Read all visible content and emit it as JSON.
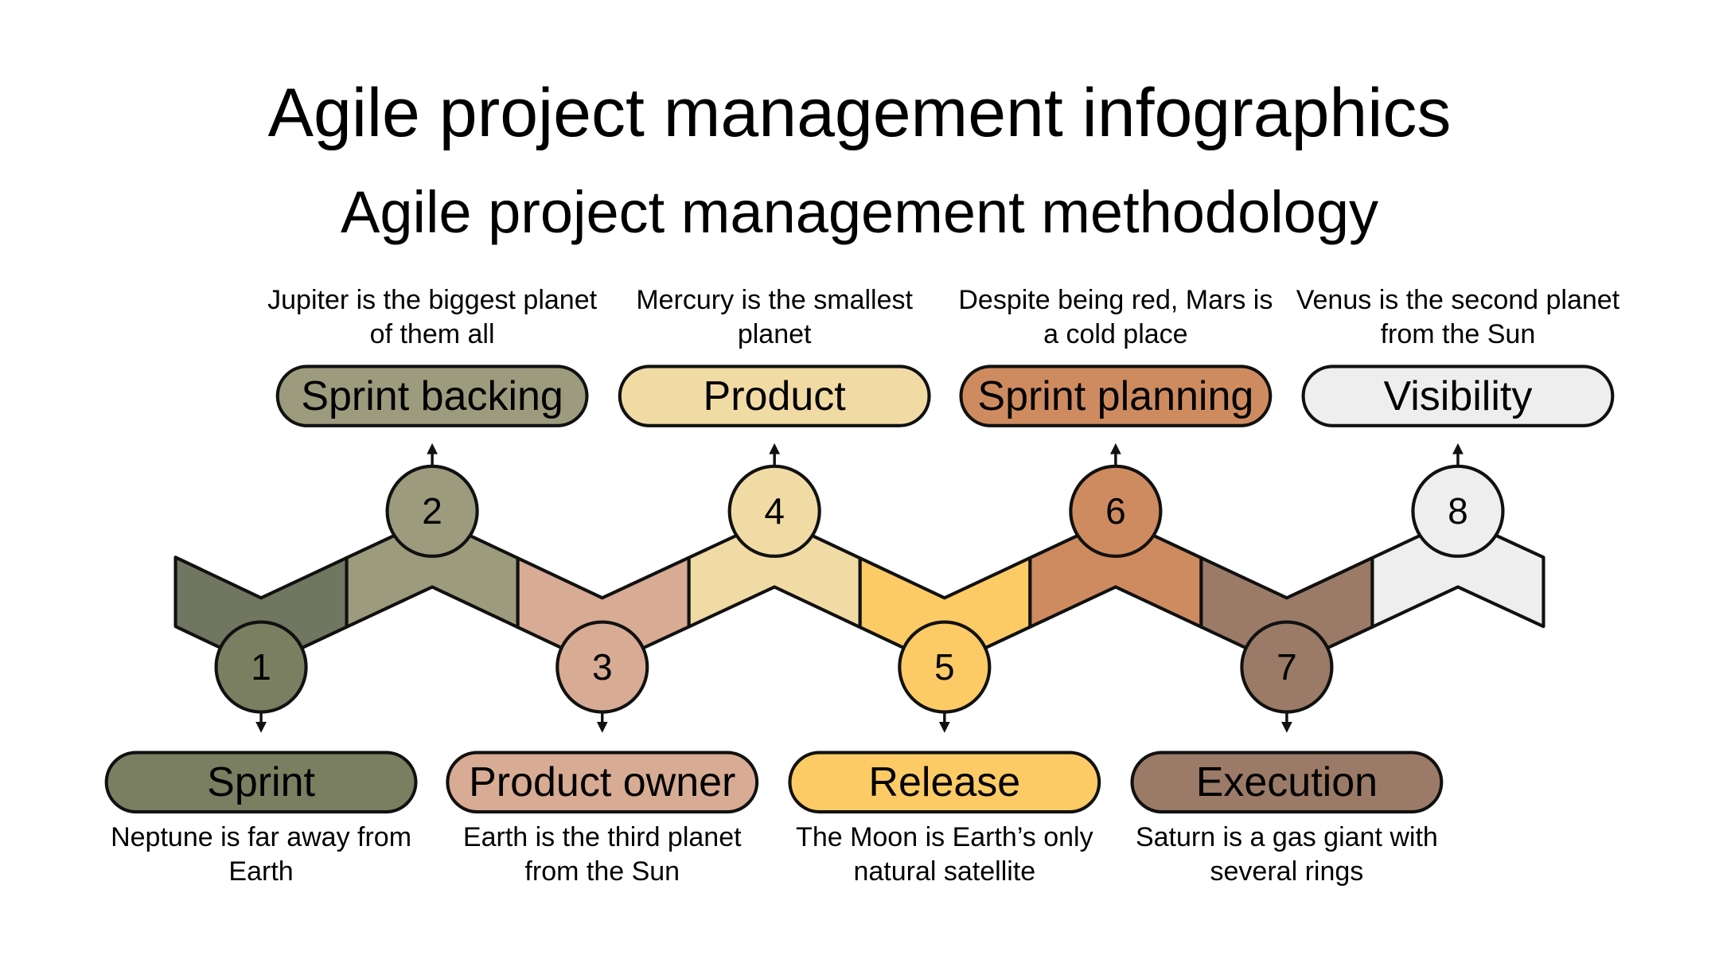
{
  "title": "Agile project management infographics",
  "subtitle": "Agile project management methodology",
  "steps": [
    {
      "number": "1",
      "label": "Sprint",
      "description": "Neptune is far away from Earth",
      "color": "#7A7F62"
    },
    {
      "number": "2",
      "label": "Sprint backing",
      "description": "Jupiter is the biggest planet of them all",
      "color": "#9C9B7D"
    },
    {
      "number": "3",
      "label": "Product owner",
      "description": "Earth is the third planet from the Sun",
      "color": "#D8AB94"
    },
    {
      "number": "4",
      "label": "Product",
      "description": "Mercury is the smallest planet",
      "color": "#F1DBA5"
    },
    {
      "number": "5",
      "label": "Release",
      "description": "The Moon is Earth’s only natural satellite",
      "color": "#FDCB66"
    },
    {
      "number": "6",
      "label": "Sprint planning",
      "description": "Despite being red, Mars is a cold place",
      "color": "#CF8B60"
    },
    {
      "number": "7",
      "label": "Execution",
      "description": "Saturn is a gas giant with several rings",
      "color": "#9B7B67"
    },
    {
      "number": "8",
      "label": "Visibility",
      "description": "Venus is the second planet from the Sun",
      "color": "#EEEEEE"
    }
  ],
  "arrow_band_colors": [
    "#707660",
    "#9C9B7D",
    "#D8AB94",
    "#F1DBA5",
    "#FDCB66",
    "#CF8B60",
    "#9B7B67",
    "#EEEEEE"
  ]
}
